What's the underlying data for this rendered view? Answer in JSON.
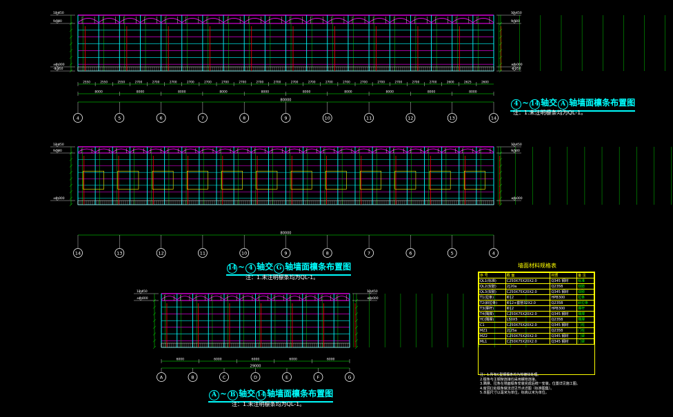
{
  "drawing": {
    "background": "#000000",
    "colors": {
      "frame": "#00ffff",
      "purlin": "#ff00ff",
      "green": "#00ff00",
      "red": "#ff0000",
      "yellow": "#ffff00",
      "white": "#ffffff"
    },
    "elevation_1": {
      "title_prefix_a": "4",
      "title_prefix_b": "14",
      "title_mid": "轴交",
      "title_axis": "A",
      "title_suffix": "轴墙面檩条布置图",
      "note": "注：1.未注明檩条均为QL-1。",
      "dims_top": [
        "2550",
        "2550",
        "2550",
        "2700",
        "2700",
        "2700",
        "2700",
        "2700",
        "2700",
        "2700",
        "2700",
        "2700",
        "2700",
        "2700",
        "2700",
        "2700",
        "2700",
        "2700",
        "2700",
        "2700",
        "2700",
        "2600",
        "2625",
        "2600"
      ],
      "dims_mid": [
        "8000",
        "8000",
        "8000",
        "8000",
        "8000",
        "8000",
        "8000",
        "8000",
        "8000",
        "8000"
      ],
      "dim_total": "80000",
      "axes": [
        "4",
        "5",
        "6",
        "7",
        "8",
        "9",
        "10",
        "11",
        "12",
        "13",
        "14"
      ],
      "elevations": [
        "13.450",
        "9.500",
        "±0.000",
        "-0.250"
      ]
    },
    "elevation_2": {
      "title_prefix_a": "14",
      "title_prefix_b": "4",
      "title_mid": "轴交",
      "title_axis": "G",
      "title_suffix": "轴墙面檩条布置图",
      "note": "注：1.未注明檩条均为QL-1。",
      "axes": [
        "14",
        "13",
        "12",
        "11",
        "10",
        "9",
        "8",
        "7",
        "6",
        "5",
        "4"
      ],
      "dim_total": "80000",
      "elevations": [
        "13.450",
        "9.500",
        "±0.000"
      ]
    },
    "elevation_3": {
      "title_prefix_a": "A",
      "title_prefix_b": "B",
      "title_mid": "轴交",
      "title_axis": "14",
      "title_suffix": "轴墙面檩条布置图",
      "note": "注：1.未注明檩条均为QL-1。",
      "dims_mid": [
        "6000",
        "6000",
        "6000",
        "6000",
        "6000"
      ],
      "dim_total": "29000",
      "axes": [
        "A",
        "B",
        "C",
        "D",
        "E",
        "F",
        "G"
      ],
      "elevations": [
        "13.450",
        "±0.000"
      ]
    },
    "legend": {
      "title": "墙面材料规格表",
      "header": [
        "序 号",
        "截 面",
        "材质",
        "备 注"
      ],
      "rows": [
        [
          "QL1(标准)",
          "C250X75X20X2.0",
          "Q345 钢材",
          "标准"
        ],
        [
          "QL2(双肢)",
          "2[20a",
          "Q235B",
          "双肢"
        ],
        [
          "QL3(双肢)",
          "C250X75X20X2.0",
          "Q345 钢材",
          "双肢"
        ],
        [
          "T1(拉条)",
          "Φ12",
          "HPB300",
          "拉条"
        ],
        [
          "T2(斜拉条)",
          "Φ12+套管32X2.0",
          "Q235B",
          "斜拉条"
        ],
        [
          "T3(撑杆)",
          "Φ12",
          "HPB300",
          "撑杆"
        ],
        [
          "T4(隅撑)",
          "C250X75X20X2.0",
          "Q345 钢材",
          "隅撑"
        ],
        [
          "YC(隅撑)",
          "L50X5",
          "Q235B",
          "隅撑"
        ],
        [
          "C1",
          "C250X75X20X2.0",
          "Q345 钢材",
          "门柱"
        ],
        [
          "MZ1",
          "2[25a",
          "Q235B",
          "门柱"
        ],
        [
          "MZ2",
          "C250X75X20X2.0",
          "Q345 钢材",
          "门梁"
        ],
        [
          "ML1",
          "C250X75X20X2.0",
          "Q345 钢材",
          "门梁"
        ]
      ],
      "notes": [
        "注：1.所有C型钢檩条均为热镀锌处理。",
        "    2.檩条与主钢架连接均采用螺栓连接。",
        "    3.隅撑、拉条在墙面檩条安装完成后统一安装，位置详见施工图。",
        "    4.窗洞口处檩条做法详见节点详图（标准图集）。",
        "    5.本图尺寸以毫米为单位，标高以米为单位。"
      ]
    }
  }
}
